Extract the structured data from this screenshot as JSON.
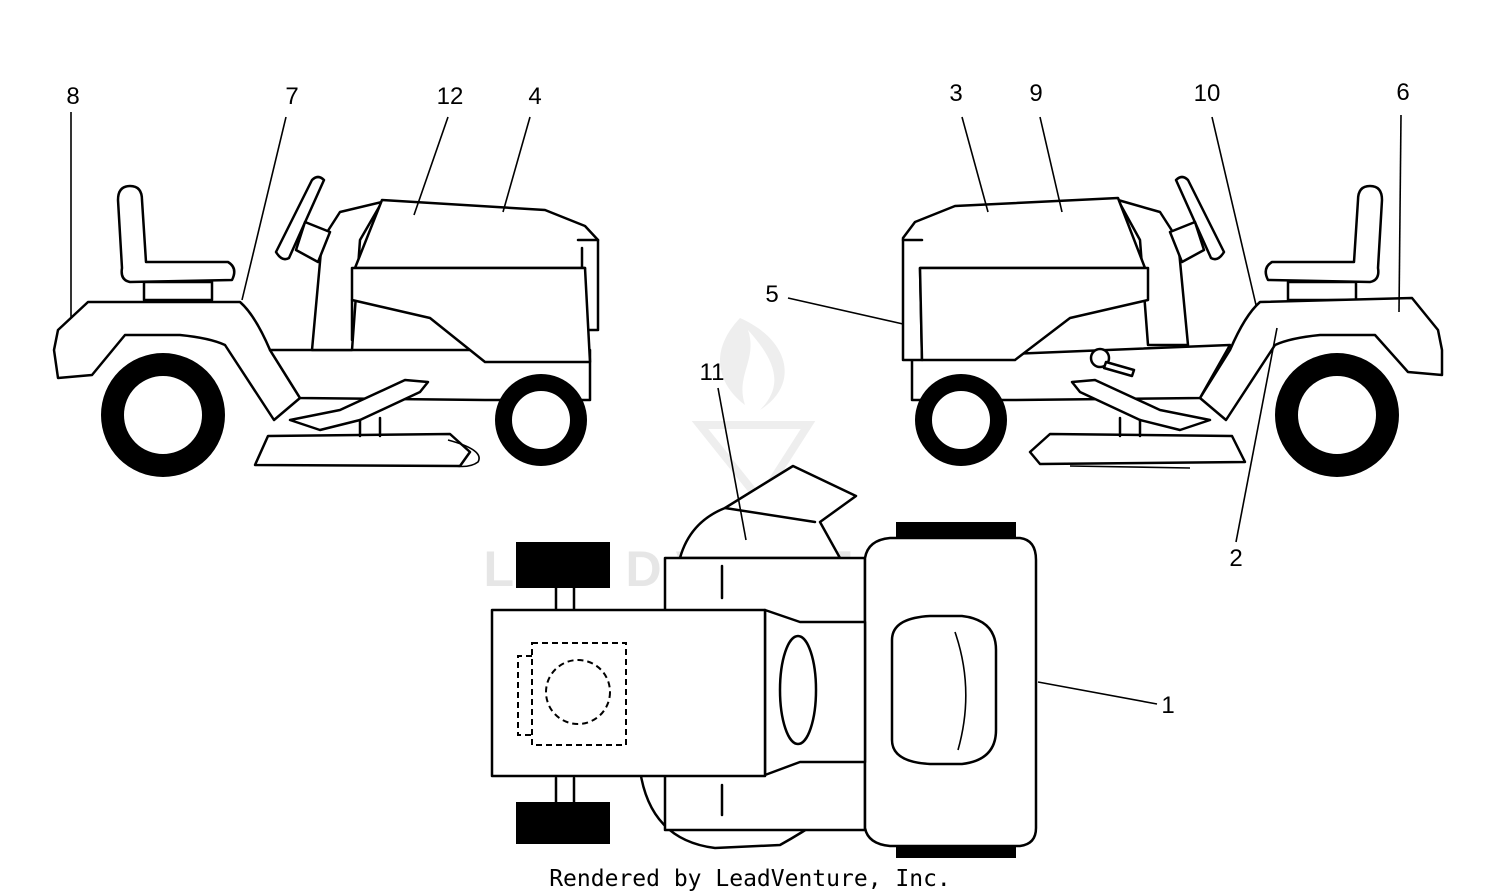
{
  "callouts": {
    "c1": "1",
    "c2": "2",
    "c3": "3",
    "c4": "4",
    "c5": "5",
    "c6": "6",
    "c7": "7",
    "c8": "8",
    "c9": "9",
    "c10": "10",
    "c11": "11",
    "c12": "12"
  },
  "watermark": "LEADVENTURE",
  "footer": "Rendered by LeadVenture, Inc.",
  "colors": {
    "line": "#000000",
    "background": "#ffffff",
    "watermark": "#e6e6e6"
  }
}
